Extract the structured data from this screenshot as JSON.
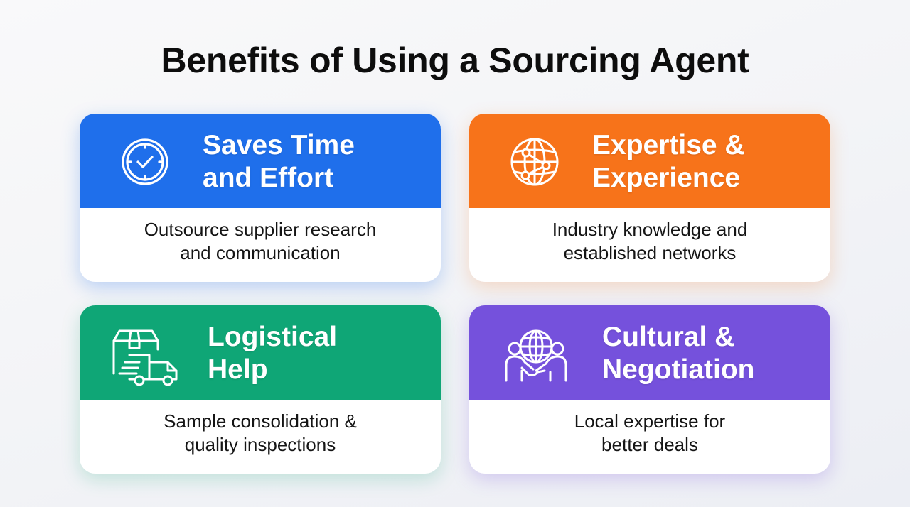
{
  "title": "Benefits of Using a Sourcing Agent",
  "cards": [
    {
      "heading": "Saves Time\nand Effort",
      "description": "Outsource supplier research\nand communication",
      "icon": "clock-check-icon",
      "color": "#1f6feb"
    },
    {
      "heading": "Expertise &\nExperience",
      "description": "Industry knowledge and\nestablished networks",
      "icon": "globe-network-icon",
      "color": "#f7731a"
    },
    {
      "heading": "Logistical\nHelp",
      "description": "Sample consolidation &\nquality inspections",
      "icon": "box-truck-icon",
      "color": "#0fa676"
    },
    {
      "heading": "Cultural &\nNegotiation",
      "description": "Local expertise for\nbetter deals",
      "icon": "handshake-globe-icon",
      "color": "#7551dc"
    }
  ]
}
